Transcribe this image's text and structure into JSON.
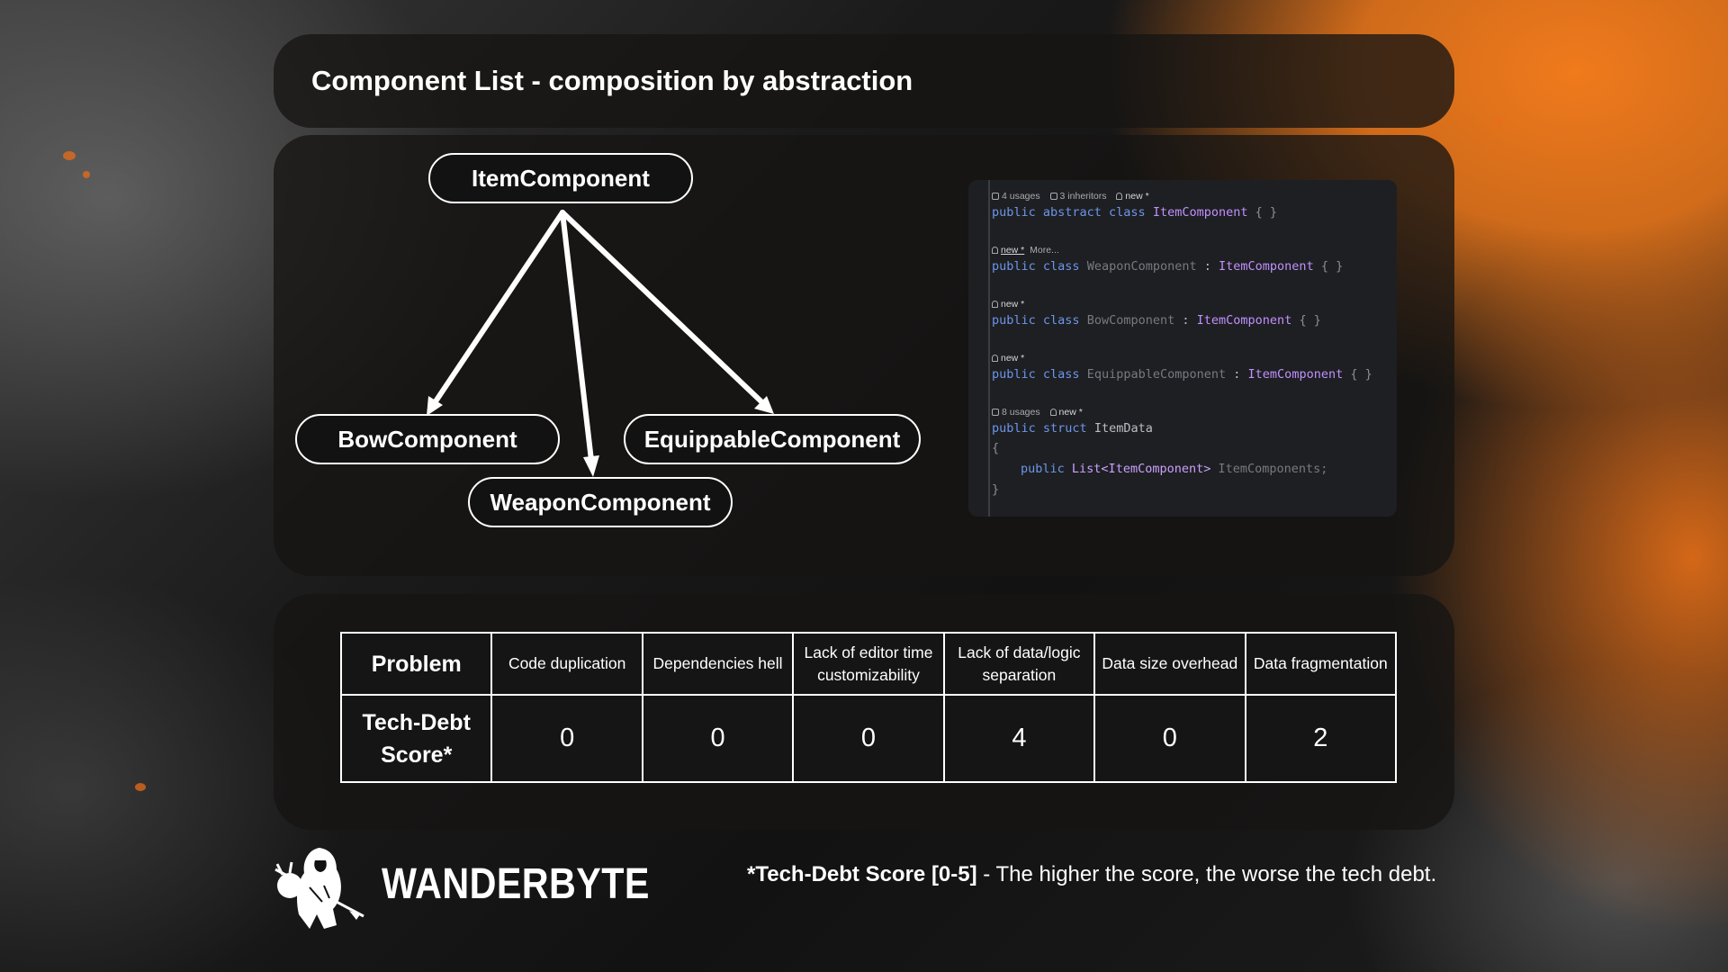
{
  "title": "Component List - composition by abstraction",
  "diagram": {
    "root": "ItemComponent",
    "children": [
      "BowComponent",
      "WeaponComponent",
      "EquippableComponent"
    ]
  },
  "code": {
    "hint1": {
      "usages": "4 usages",
      "inheritors": "3 inheritors",
      "author": "new *"
    },
    "line1": {
      "kw": "public abstract class",
      "name": "ItemComponent",
      "tail": "{ }"
    },
    "hint2": {
      "author": "new *",
      "more": "More..."
    },
    "line2": {
      "kw": "public class",
      "name": "WeaponComponent",
      "sep": ":",
      "base": "ItemComponent",
      "tail": "{ }"
    },
    "hint3": {
      "author": "new *"
    },
    "line3": {
      "kw": "public class",
      "name": "BowComponent",
      "sep": ":",
      "base": "ItemComponent",
      "tail": "{ }"
    },
    "hint4": {
      "author": "new *"
    },
    "line4": {
      "kw": "public class",
      "name": "EquippableComponent",
      "sep": ":",
      "base": "ItemComponent",
      "tail": "{ }"
    },
    "hint5": {
      "usages": "8 usages",
      "author": "new *"
    },
    "line5": {
      "kw": "public struct",
      "name": "ItemData"
    },
    "line6": "{",
    "line7": {
      "kw": "public",
      "type": "List<ItemComponent>",
      "field": "ItemComponents;"
    },
    "line8": "}"
  },
  "table": {
    "row_label_problem": "Problem",
    "row_label_score": "Tech-Debt Score*",
    "headers": [
      "Code duplication",
      "Dependencies hell",
      "Lack of editor time customizability",
      "Lack of data/logic separation",
      "Data size overhead",
      "Data fragmentation"
    ],
    "scores": [
      "0",
      "0",
      "0",
      "4",
      "0",
      "2"
    ]
  },
  "footer": {
    "brand": "WANDERBYTE",
    "footnote_bold": "*Tech-Debt Score [0-5]",
    "footnote_rest": " - The higher the score, the worse the tech debt."
  },
  "colors": {
    "accent_orange": "#f07a1c",
    "panel_bg": "#161413",
    "code_keyword": "#6c95eb",
    "code_class": "#c191ff"
  },
  "icons": [
    "usages-icon",
    "inheritors-icon",
    "author-icon",
    "wanderbyte-logo"
  ]
}
